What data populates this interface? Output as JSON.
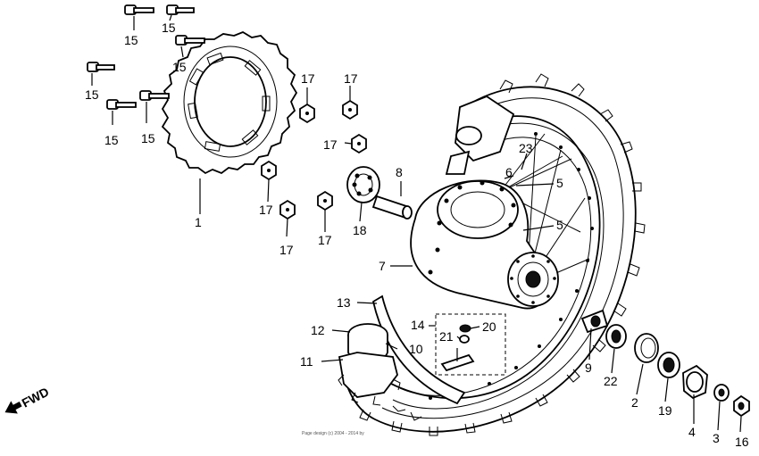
{
  "callouts": {
    "c1": "1",
    "c2": "2",
    "c3": "3",
    "c4": "4",
    "c5a": "5",
    "c5b": "5",
    "c6": "6",
    "c7": "7",
    "c8": "8",
    "c9": "9",
    "c10": "10",
    "c11": "11",
    "c12": "12",
    "c13": "13",
    "c14": "14",
    "c15a": "15",
    "c15b": "15",
    "c15c": "15",
    "c15d": "15",
    "c15e": "15",
    "c15f": "15",
    "c16": "16",
    "c17a": "17",
    "c17b": "17",
    "c17c": "17",
    "c17d": "17",
    "c17e": "17",
    "c17f": "17",
    "c18": "18",
    "c19": "19",
    "c20": "20",
    "c21": "21",
    "c22": "22",
    "c23": "23"
  },
  "direction": {
    "label": "FWD"
  },
  "footer": {
    "copyright": "Page design (c) 2004 - 2014 by"
  }
}
